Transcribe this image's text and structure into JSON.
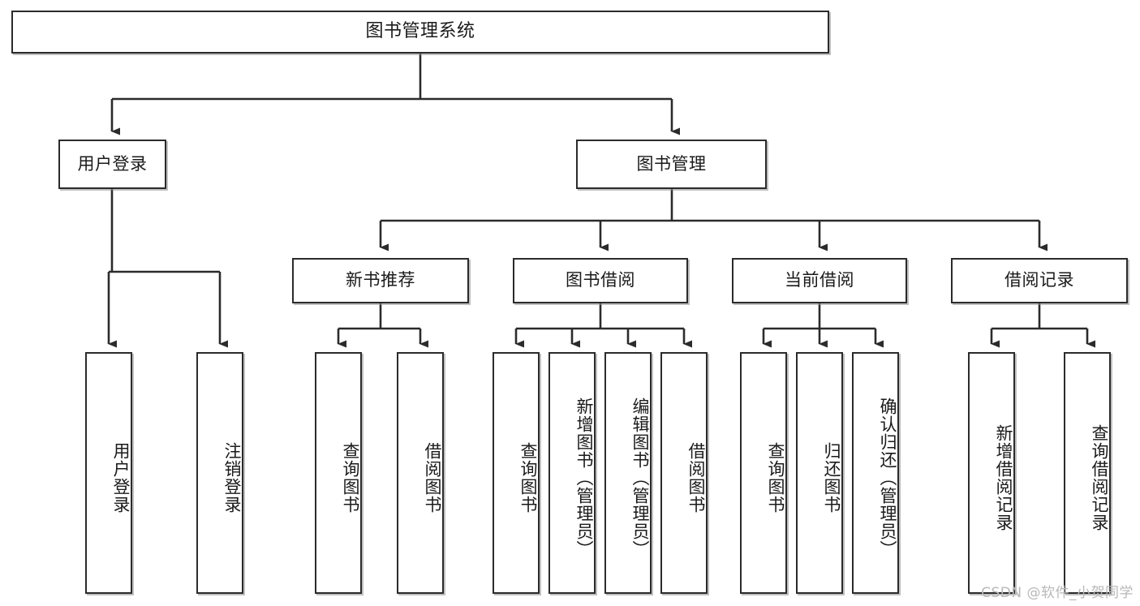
{
  "diagram": {
    "type": "tree",
    "title": "图书管理系统",
    "watermark": "CSDN @软件_小贺同学",
    "colors": {
      "stroke": "#2b2b2b",
      "fill": "#ffffff",
      "text": "#1a1a1a",
      "shadow": "#8c8c8c",
      "watermark": "#b8b8b8"
    },
    "nodes": {
      "root": {
        "label": "图书管理系统"
      },
      "level2": [
        {
          "id": "user-login",
          "label": "用户登录"
        },
        {
          "id": "book-manage",
          "label": "图书管理"
        }
      ],
      "level3": [
        {
          "id": "new-book-rec",
          "label": "新书推荐"
        },
        {
          "id": "book-borrow",
          "label": "图书借阅"
        },
        {
          "id": "current-borrow",
          "label": "当前借阅"
        },
        {
          "id": "borrow-record",
          "label": "借阅记录"
        }
      ],
      "leaves": {
        "user-login": [
          {
            "id": "leaf-user-login",
            "label": "用户登录"
          },
          {
            "id": "leaf-logout-login",
            "label": "注销登录"
          }
        ],
        "new-book-rec": [
          {
            "id": "leaf-query-book-1",
            "label": "查询图书"
          },
          {
            "id": "leaf-borrow-book-1",
            "label": "借阅图书"
          }
        ],
        "book-borrow": [
          {
            "id": "leaf-query-book-2",
            "label": "查询图书"
          },
          {
            "id": "leaf-add-book",
            "label": "新增图书（管理员）"
          },
          {
            "id": "leaf-edit-book",
            "label": "编辑图书（管理员）"
          },
          {
            "id": "leaf-borrow-book-2",
            "label": "借阅图书"
          }
        ],
        "current-borrow": [
          {
            "id": "leaf-query-book-3",
            "label": "查询图书"
          },
          {
            "id": "leaf-return-book",
            "label": "归还图书"
          },
          {
            "id": "leaf-confirm-return",
            "label": "确认归还（管理员）"
          }
        ],
        "borrow-record": [
          {
            "id": "leaf-add-record",
            "label": "新增借阅记录"
          },
          {
            "id": "leaf-query-record",
            "label": "查询借阅记录"
          }
        ]
      }
    }
  }
}
